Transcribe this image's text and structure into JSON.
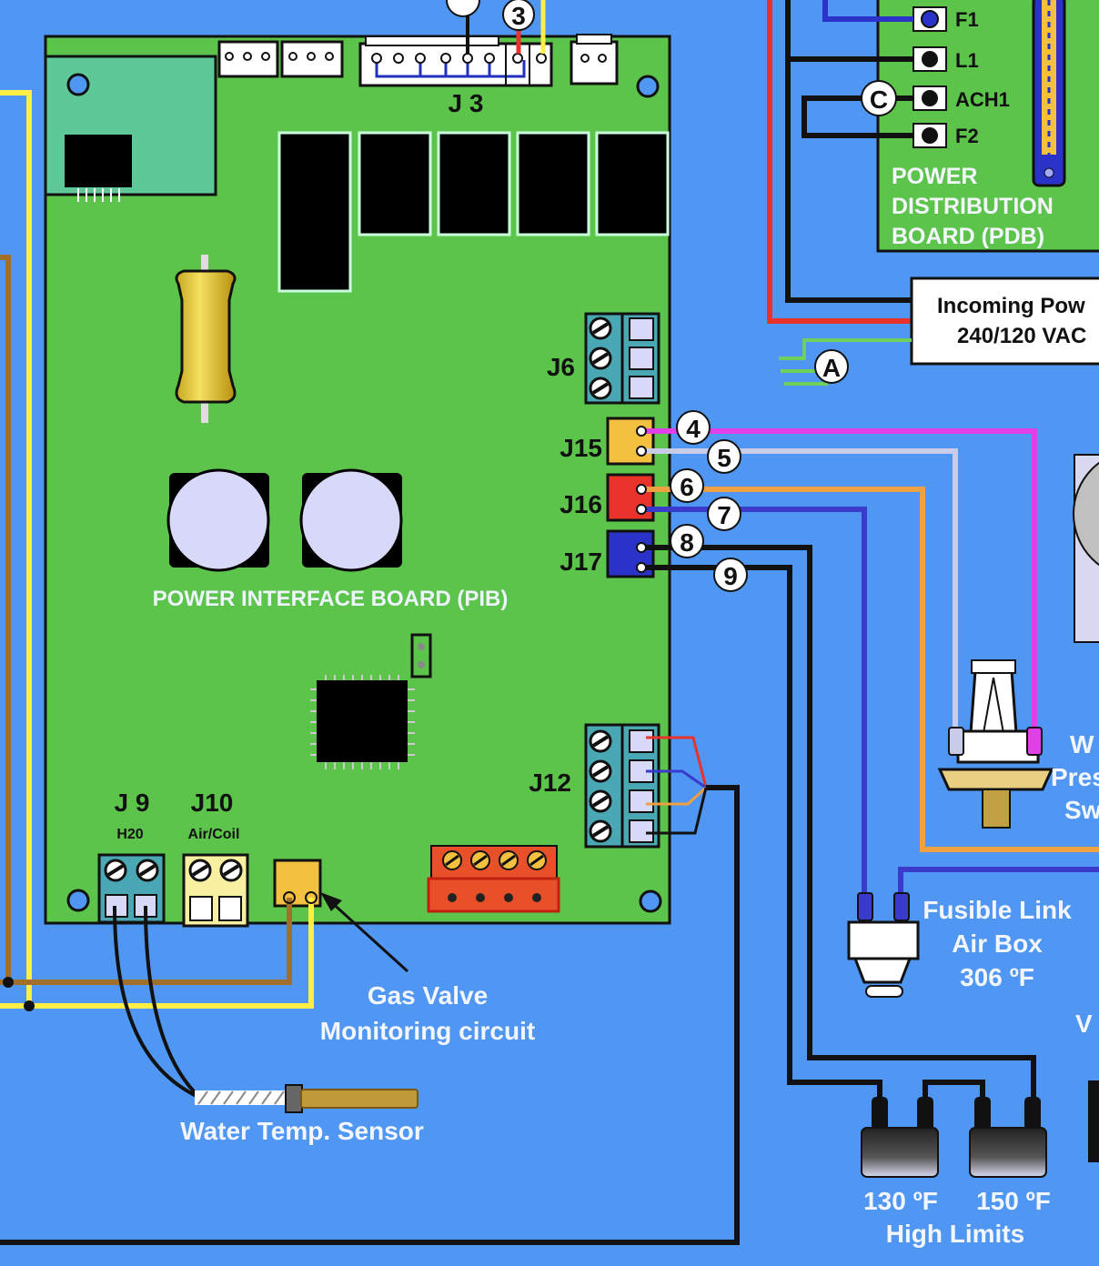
{
  "colors": {
    "background": "#4f97f2",
    "board_green": "#5cc44a",
    "wire_red": "#e8322a",
    "wire_yellow": "#ffee44",
    "wire_brown": "#a0702a",
    "wire_magenta": "#e040e8",
    "wire_lightgray": "#c8cce8",
    "wire_orange": "#f0a040",
    "wire_blue": "#3a3acc",
    "wire_black": "#111111",
    "wire_green": "#6fd05a"
  },
  "pib": {
    "title": "POWER INTERFACE BOARD (PIB)",
    "connectors": {
      "j3": "J 3",
      "j6": "J6",
      "j15": "J15",
      "j16": "J16",
      "j17": "J17",
      "j12": "J12",
      "j9": "J 9",
      "j9_sub": "H20",
      "j10": "J10",
      "j10_sub": "Air/Coil"
    }
  },
  "pdb": {
    "line1": "POWER",
    "line2": "DISTRIBUTION",
    "line3": "BOARD (PDB)",
    "terminals": [
      "F1",
      "L1",
      "ACH1",
      "F2"
    ]
  },
  "incoming_power": {
    "line1": "Incoming Pow",
    "line2": "240/120 VAC"
  },
  "markers": {
    "m3": "3",
    "m4": "4",
    "m5": "5",
    "m6": "6",
    "m7": "7",
    "m8": "8",
    "m9": "9",
    "mA": "A",
    "mC": "C"
  },
  "labels": {
    "gas_valve_1": "Gas Valve",
    "gas_valve_2": "Monitoring  circuit",
    "water_temp": "Water Temp. Sensor",
    "fusible_1": "Fusible Link",
    "fusible_2": "Air Box",
    "fusible_3": "306 ºF",
    "limit_130": "130 ºF",
    "limit_150": "150 ºF",
    "high_limits": "High Limits",
    "pressure_1": "W",
    "pressure_2": "Pres",
    "pressure_3": "Sw",
    "v_cut": "V"
  }
}
